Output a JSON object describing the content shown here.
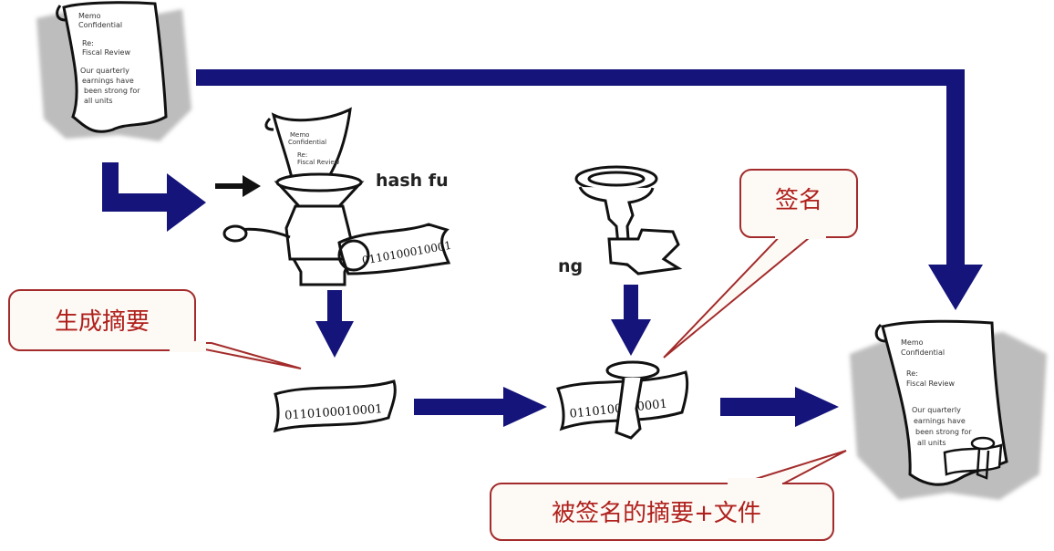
{
  "labels": {
    "hash_function": "hash fu",
    "signing": "ng",
    "signature_callout": "签名",
    "digest_callout": "生成摘要",
    "signed_callout": "被签名的摘要+文件"
  },
  "document_text": {
    "line1": "Memo",
    "line2": "Confidential",
    "line3": "Re:",
    "line4": "Fiscal Review",
    "line5": "Our quarterly",
    "line6": "earnings have",
    "line7": "been strong for",
    "line8": "all units"
  },
  "digest_text": "0110100010001",
  "colors": {
    "arrow": "#14147a",
    "callout_border": "#a32b2b",
    "callout_text": "#b0201c",
    "callout_fill": "#fdfaf6",
    "shadow": "#bdbdbd",
    "ink": "#111111"
  }
}
